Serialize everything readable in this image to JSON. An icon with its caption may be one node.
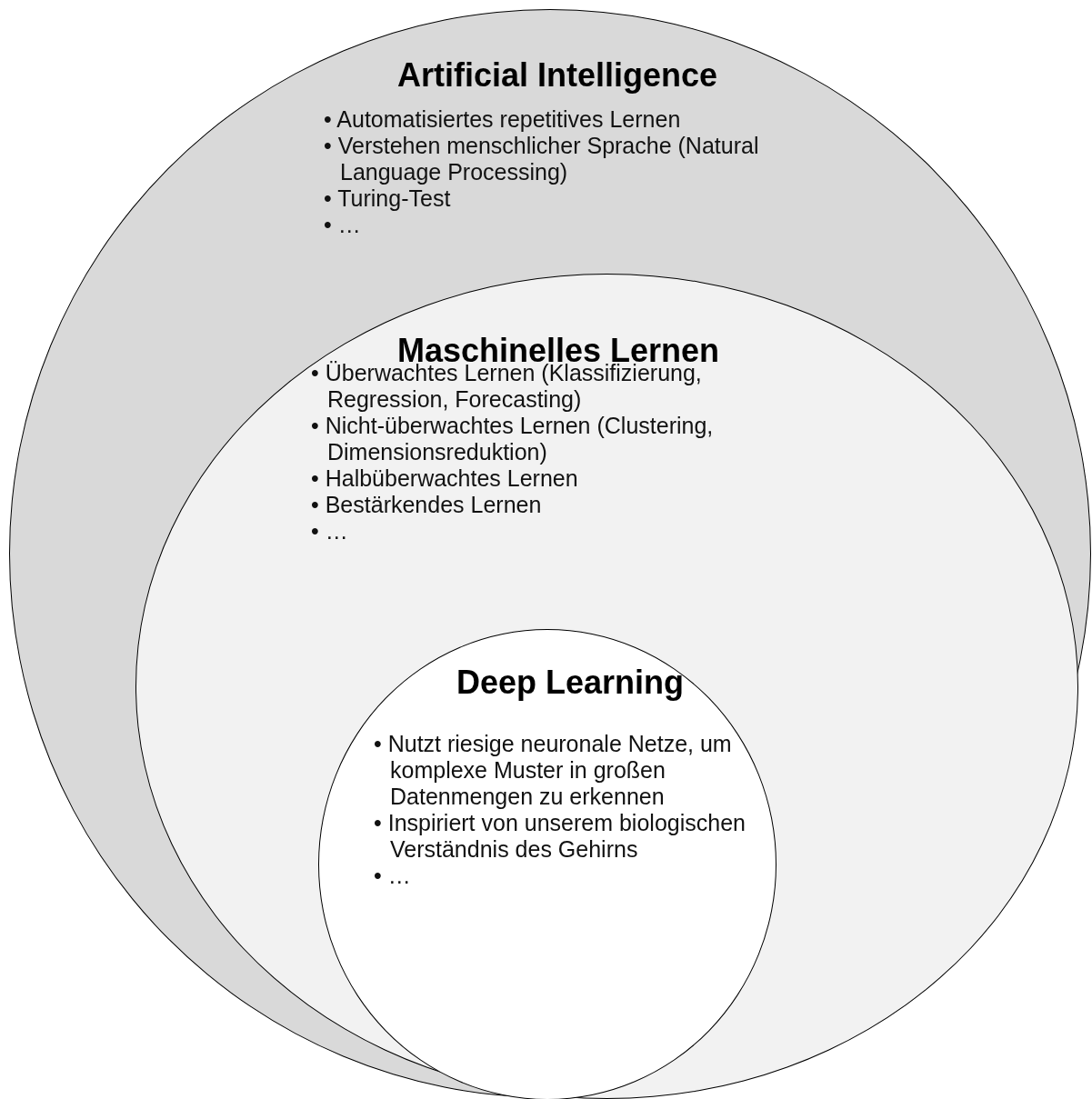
{
  "diagram": {
    "nodes": [
      {
        "text": [
          "Artificial Intelligence",
          "• Automatisiertes repetitives Lernen",
          "• Verstehen menschlicher Sprache (Natural Language Processing)",
          "• Turing-Test",
          "• …"
        ]
      },
      {
        "text": [
          "Maschinelles Lernen",
          "• Überwachtes Lernen (Klassifizierung, Regression, Forecasting)",
          "• Nicht-überwachtes Lernen (Clustering, Dimensionsreduktion)",
          "• Halbüberwachtes Lernen",
          "• Bestärkendes Lernen",
          "• …"
        ],
        "in": 0
      },
      {
        "text": [
          "Deep Learning",
          "• Nutzt riesige neuronale Netze, um komplexe Muster in großen Datenmengen zu erkennen",
          "• Inspiriert von unserem biologischen Verständnis des Gehirns",
          "• …"
        ],
        "in": 1
      }
    ]
  }
}
